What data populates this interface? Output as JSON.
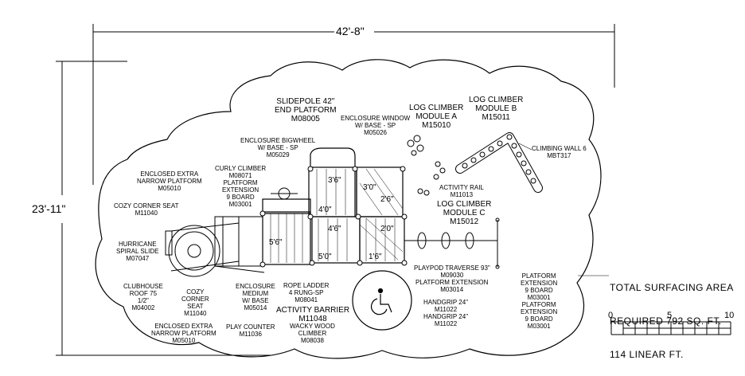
{
  "dimensions": {
    "width": "42'-8\"",
    "height": "23'-11\""
  },
  "surfacing_note": {
    "line1": "TOTAL SURFACING AREA",
    "line2": "REQUIRED 792 SQ. FT.",
    "line3": "114 LINEAR FT."
  },
  "scale_bar": {
    "ticks": [
      "0",
      "5",
      "10"
    ]
  },
  "platform_dims": [
    "3'6\"",
    "3'0\"",
    "2'6\"",
    "4'0\"",
    "4'6\"",
    "2'0\"",
    "5'6\"",
    "5'0\"",
    "1'6\""
  ],
  "components": {
    "slidepole": "SLIDEPOLE 42\"\nEND PLATFORM\nM08005",
    "log_climber_a": "LOG CLIMBER\nMODULE A\nM15010",
    "log_climber_b": "LOG CLIMBER\nMODULE B\nM15011",
    "enclosure_window": "ENCLOSURE WINDOW\nW/ BASE - SP\nM05026",
    "enclosure_bigwheel": "ENCLOSURE BIGWHEEL\nW/ BASE - SP\nM05029",
    "climbing_wall": "CLIMBING WALL 6\nMBT317",
    "curly_climber": "CURLY CLIMBER\nM08071\nPLATFORM\nEXTENSION\n9 BOARD\nM03001",
    "enclosed_extra_narrow_top": "ENCLOSED EXTRA\nNARROW PLATFORM\nM05010",
    "activity_rail": "ACTIVITY RAIL\nM11013",
    "log_climber_c": "LOG CLIMBER\nMODULE C\nM15012",
    "cozy_corner_seat_left": "COZY CORNER SEAT\nM11040",
    "hurricane_slide": "HURRICANE\nSPIRAL SLIDE\nM07047",
    "playpod": "PLAYPOD TRAVERSE 93\"\nM09030",
    "platform_extension_mid": "PLATFORM EXTENSION\nM03014",
    "platform_extension_right": "PLATFORM\nEXTENSION\n9 BOARD\nM03001\nPLATFORM\nEXTENSION\n9 BOARD\nM03001",
    "clubhouse_roof": "CLUBHOUSE\nROOF 75\n1/2\"\nM04002",
    "cozy_corner_seat_bottom": "COZY\nCORNER\nSEAT\nM11040",
    "enclosure_medium": "ENCLOSURE\nMEDIUM\nW/ BASE\nM05014",
    "rope_ladder": "ROPE LADDER\n4 RUNG-SP\nM08041",
    "activity_barrier": "ACTIVITY BARRIER\nM11048",
    "wacky_wood": "WACKY WOOD\nCLIMBER\nM08038",
    "handgrips": "HANDGRIP 24\"\nM11022\nHANDGRIP 24\"\nM11022",
    "enclosed_extra_narrow_bottom": "ENCLOSED EXTRA\nNARROW PLATFORM\nM05010",
    "play_counter": "PLAY COUNTER\nM11036"
  },
  "icons": [
    "accessibility-icon"
  ]
}
